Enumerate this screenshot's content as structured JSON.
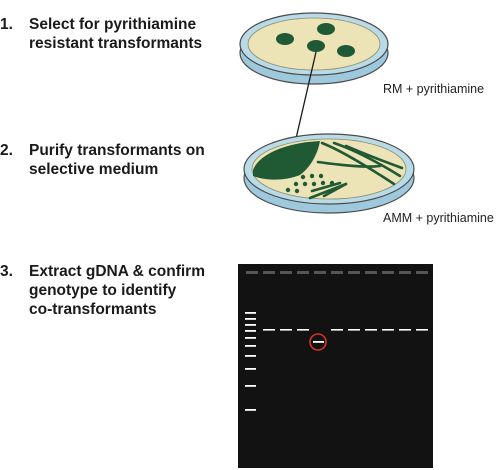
{
  "steps": [
    {
      "number": "1.",
      "text_line1": "Select for pyrithiamine",
      "text_line2": "resistant transformants"
    },
    {
      "number": "2.",
      "text_line1": "Purify transformants on",
      "text_line2": "selective medium"
    },
    {
      "number": "3.",
      "text_line1": "Extract gDNA & confirm",
      "text_line2": "genotype to identify",
      "text_line3": "co-transformants"
    }
  ],
  "plates": [
    {
      "label": "RM + pyrithiamine"
    },
    {
      "label": "AMM + pyrithiamine"
    }
  ],
  "colors": {
    "agar": "#ece3b6",
    "dish_rim": "#9ec9dc",
    "colony": "#1f5a35",
    "gel": "#121212",
    "band": "#ffffff",
    "highlight_circle": "#d6302a"
  },
  "gel": {
    "lanes": 11,
    "highlighted_lane": 4
  }
}
